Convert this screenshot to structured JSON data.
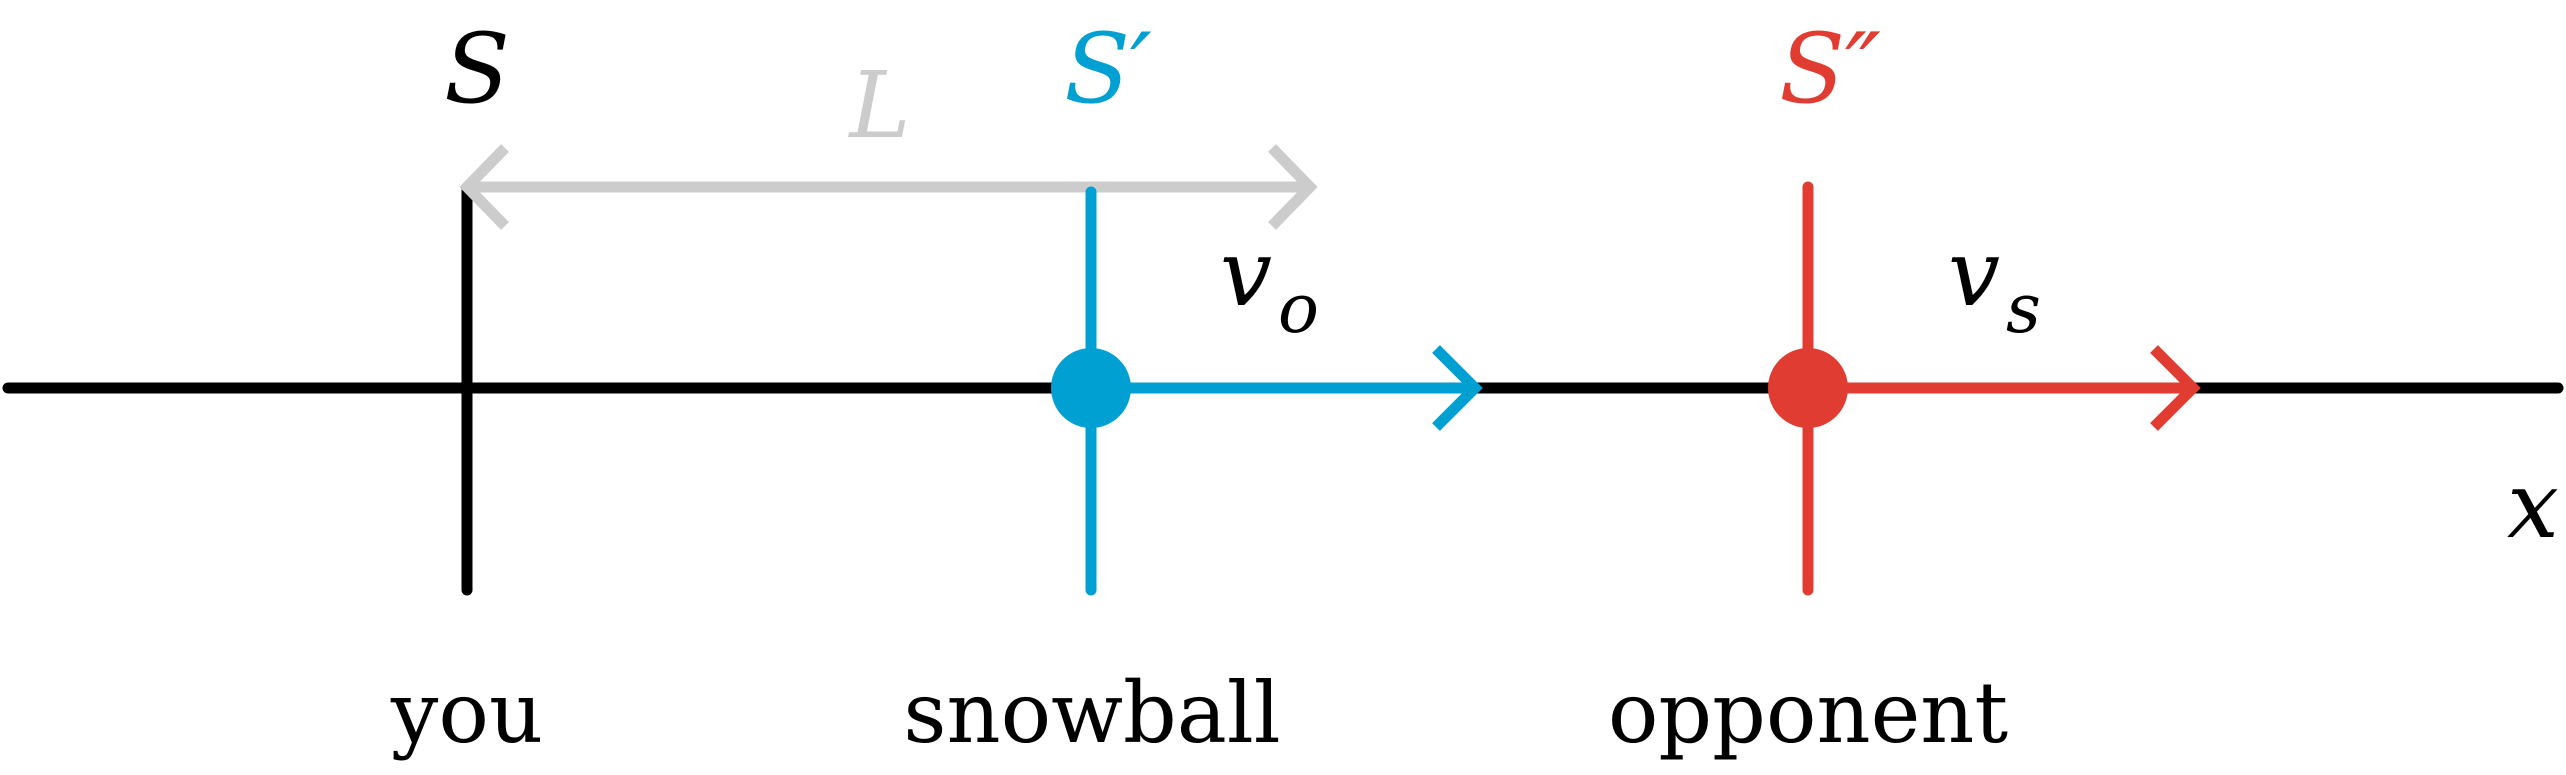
{
  "frames": {
    "you": {
      "symbol": "S",
      "caption": "you",
      "color": "#000000"
    },
    "snowball": {
      "symbol": "S′",
      "caption": "snowball",
      "color": "#00a0d2"
    },
    "opponent": {
      "symbol": "S″",
      "caption": "opponent",
      "color": "#e03c31"
    }
  },
  "distance": {
    "symbol": "L",
    "color": "#cccccc"
  },
  "velocities": {
    "snowball": {
      "symbol": "v",
      "subscript": "o"
    },
    "opponent": {
      "symbol": "v",
      "subscript": "s"
    }
  },
  "axis": {
    "symbol": "x",
    "color": "#000000"
  }
}
